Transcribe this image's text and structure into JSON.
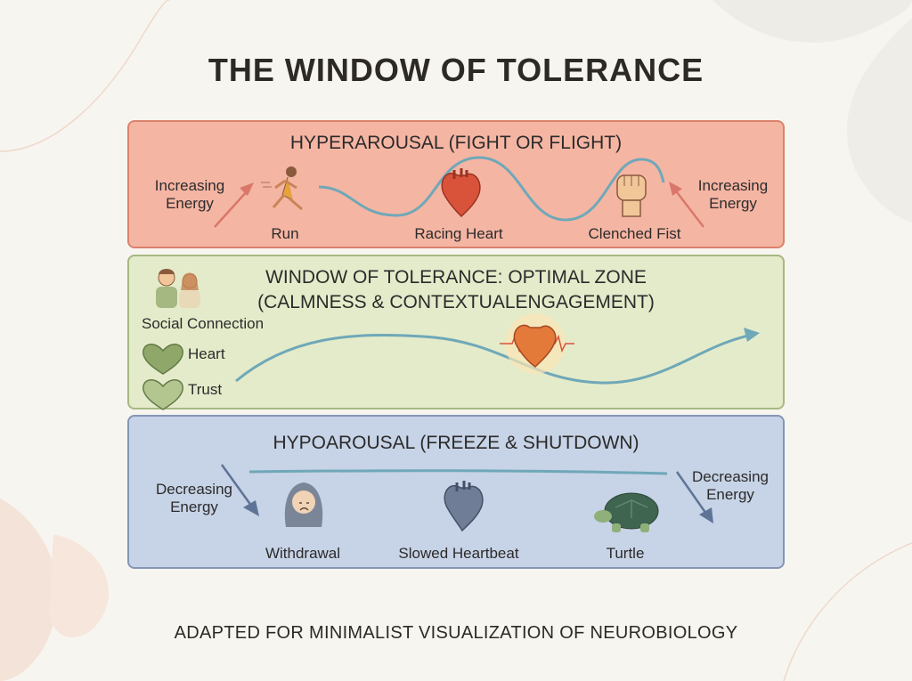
{
  "title": "THE WINDOW OF TOLERANCE",
  "hyper": {
    "heading": "HYPERAROUSAL (FIGHT OR FLIGHT)",
    "left_label": "Increasing\nEnergy",
    "right_label": "Increasing\nEnergy",
    "icons": [
      {
        "label": "Run",
        "icon": "runner-icon"
      },
      {
        "label": "Racing Heart",
        "icon": "heart-organ-icon"
      },
      {
        "label": "Clenched Fist",
        "icon": "fist-icon"
      }
    ]
  },
  "optimal": {
    "heading_line1": "WINDOW OF TOLERANCE: OPTIMAL ZONE",
    "heading_line2": "(CALMNESS & CONTEXTUALENGAGEMENT)",
    "social_label": "Social Connection",
    "heart_label": "Heart",
    "trust_label": "Trust"
  },
  "hypo": {
    "heading": "HYPOAROUSAL (FREEZE & SHUTDOWN)",
    "left_label": "Decreasing\nEnergy",
    "right_label": "Decreasing\nEnergy",
    "icons": [
      {
        "label": "Withdrawal",
        "icon": "sad-person-icon"
      },
      {
        "label": "Slowed Heartbeat",
        "icon": "heart-organ-gray-icon"
      },
      {
        "label": "Turtle",
        "icon": "turtle-icon"
      }
    ]
  },
  "footer": "ADAPTED FOR MINIMALIST VISUALIZATION OF NEUROBIOLOGY",
  "colors": {
    "hyper_bg": "#f5b5a3",
    "optimal_bg": "#e4ebca",
    "hypo_bg": "#c7d3e6",
    "wave": "#6fa8b8"
  }
}
